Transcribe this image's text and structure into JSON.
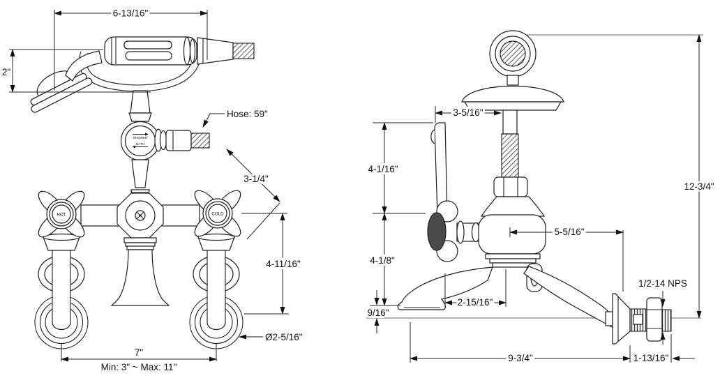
{
  "front_view": {
    "dims": {
      "handle_width": "6-13/16\"",
      "head_height": "2\"",
      "hose_length": "Hose: 59\"",
      "handle_diameter": "3-1/4\"",
      "body_height": "4-11/16\"",
      "flange_diameter": "Ø2-5/16\"",
      "center_distance": "7\"",
      "center_range": "Min: 3\" ~ Max: 11\""
    },
    "labels": {
      "hot": "HOT",
      "cold": "COLD",
      "diverter_line1": "SHOWER",
      "diverter_line2": "BATH"
    }
  },
  "side_view": {
    "dims": {
      "cradle_offset": "3-5/16\"",
      "lever_height": "4-1/16\"",
      "body_to_spout": "4-1/8\"",
      "spout_drop": "9/16\"",
      "spout_tip_offset": "2-15/16\"",
      "body_to_wall": "5-5/16\"",
      "overall_height": "12-3/4\"",
      "thread_spec": "1/2-14 NPS",
      "overall_reach": "9-3/4\"",
      "nipple_length": "1-13/16\""
    }
  }
}
